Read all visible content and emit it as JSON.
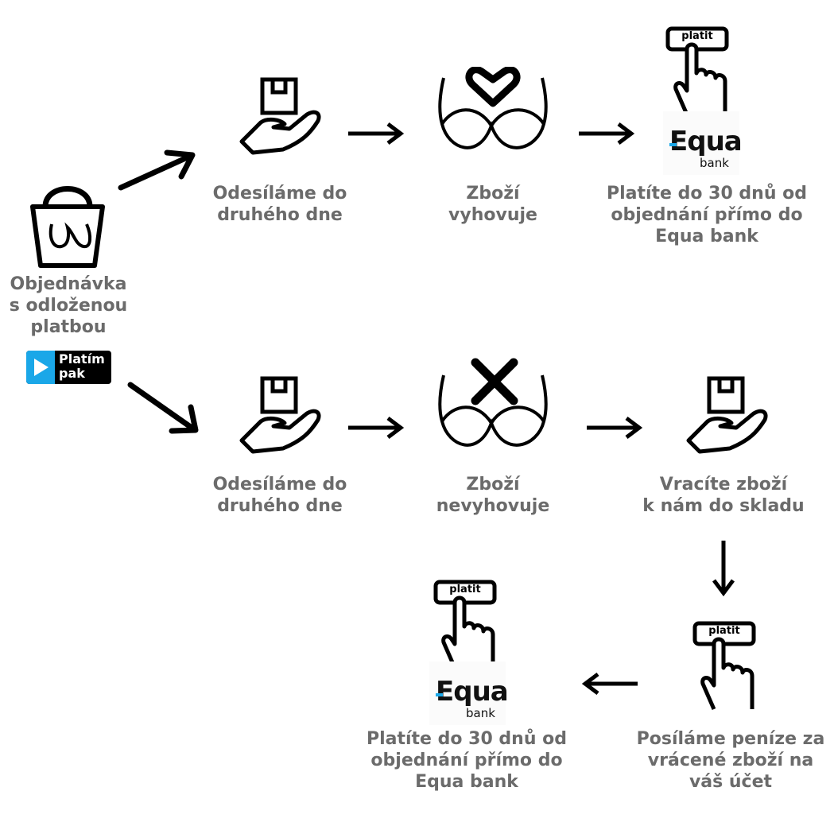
{
  "start": {
    "label": "Objednávka\ns odloženou\nplatbou",
    "provider_logo": "Platím\npak"
  },
  "top_row": {
    "step1": "Odesíláme do\ndruhého dne",
    "step2": "Zboží\nvyhovuje",
    "step3": "Platíte do 30 dnů od\nobjednání přímo do\nEqua bank"
  },
  "bottom_row": {
    "step1": "Odesíláme do\ndruhého dne",
    "step2": "Zboží\nnevyhovuje",
    "step3": "Vracíte zboží\nk nám do skladu",
    "step4": "Posíláme peníze za\nvrácené zboží na\nváš účet",
    "step5": "Platíte do 30 dnů od\nobjednání přímo do\nEqua bank"
  },
  "pay_button_text": "platit",
  "bank_logo": {
    "name": "Equa",
    "sub": "bank"
  },
  "colors": {
    "text": "#6b6b6b",
    "accent": "#1aa7e8",
    "ink": "#000000"
  },
  "icons": [
    "shopping-bag-bra-icon",
    "hand-box-icon",
    "bra-heart-icon",
    "bra-cross-icon",
    "pay-button-hand-icon",
    "arrow-icon"
  ]
}
